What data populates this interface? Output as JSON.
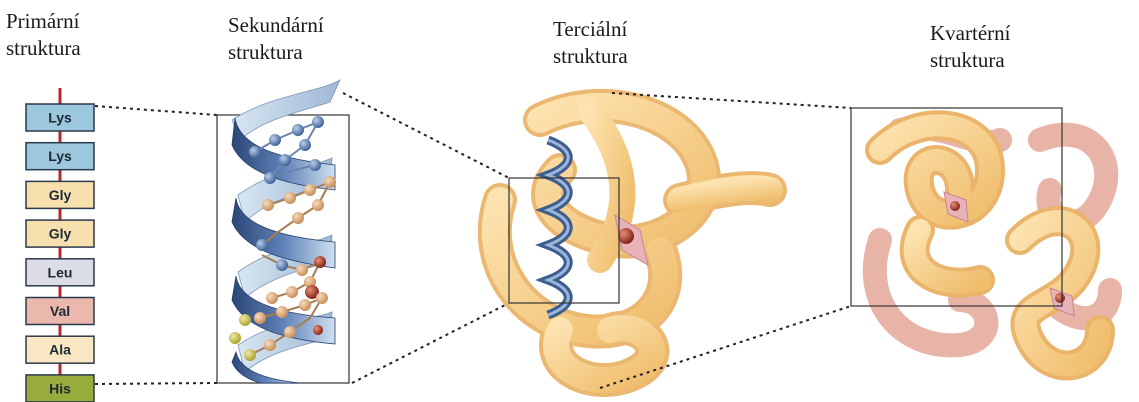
{
  "labels": {
    "primary": [
      "Primární",
      "struktura"
    ],
    "secondary": [
      "Sekundární",
      "struktura"
    ],
    "tertiary": [
      "Terciální",
      "struktura"
    ],
    "quaternary": [
      "Kvartérní",
      "struktura"
    ]
  },
  "amino_acids": [
    {
      "name": "Lys",
      "color": "#9cc7dd"
    },
    {
      "name": "Lys",
      "color": "#9cc7dd"
    },
    {
      "name": "Gly",
      "color": "#f7dfae"
    },
    {
      "name": "Gly",
      "color": "#f7dfae"
    },
    {
      "name": "Leu",
      "color": "#dcdce6"
    },
    {
      "name": "Val",
      "color": "#eab8ad"
    },
    {
      "name": "Ala",
      "color": "#f9e7c4"
    },
    {
      "name": "His",
      "color": "#97ac3a"
    }
  ],
  "colors": {
    "backbone": "#b3282d",
    "helix_dark": "#33507f",
    "helix_light": "#b8cfe6",
    "tertiary_fold": "#f7cf86",
    "quaternary_fold_a": "#f7cf86",
    "quaternary_fold_b": "#e6a89a",
    "heme": "#9b2b22"
  }
}
